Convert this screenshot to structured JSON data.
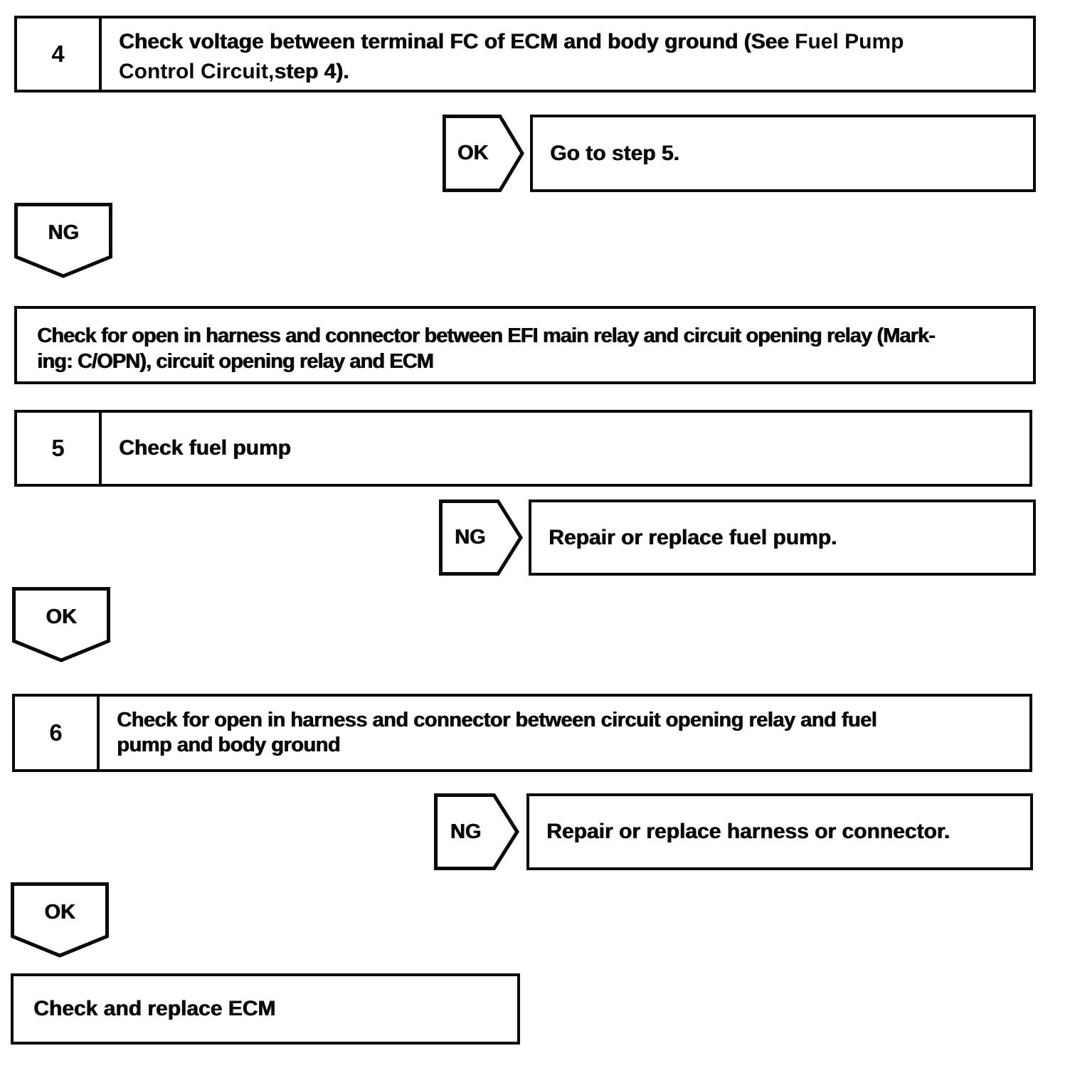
{
  "page": {
    "background": "#ffffff",
    "ink": "#0a0a0a"
  },
  "flowchart": {
    "step4": {
      "number": "4",
      "line1_a": "Check voltage between terminal FC of ECM and body ground (See ",
      "line1_b": "Fuel Pump",
      "line2_a": "Control Circuit,",
      "line2_b": "step 4)."
    },
    "ok1": {
      "label": "OK",
      "result": "Go to step 5."
    },
    "ng_down1": {
      "label": "NG"
    },
    "action1": {
      "line1": "Check for open in harness and connector between EFI main relay and circuit opening relay (Mark-",
      "line2": "ing: C/OPN), circuit opening relay and ECM"
    },
    "step5": {
      "number": "5",
      "text": "Check fuel pump"
    },
    "ng1": {
      "label": "NG",
      "result": "Repair or replace fuel pump."
    },
    "ok_down1": {
      "label": "OK"
    },
    "step6": {
      "number": "6",
      "line1": "Check for open in harness and connector between circuit opening relay and fuel",
      "line2": "pump and body ground"
    },
    "ng2": {
      "label": "NG",
      "result": "Repair or replace harness or connector."
    },
    "ok_down2": {
      "label": "OK"
    },
    "action2": {
      "text": "Check and replace ECM"
    }
  }
}
